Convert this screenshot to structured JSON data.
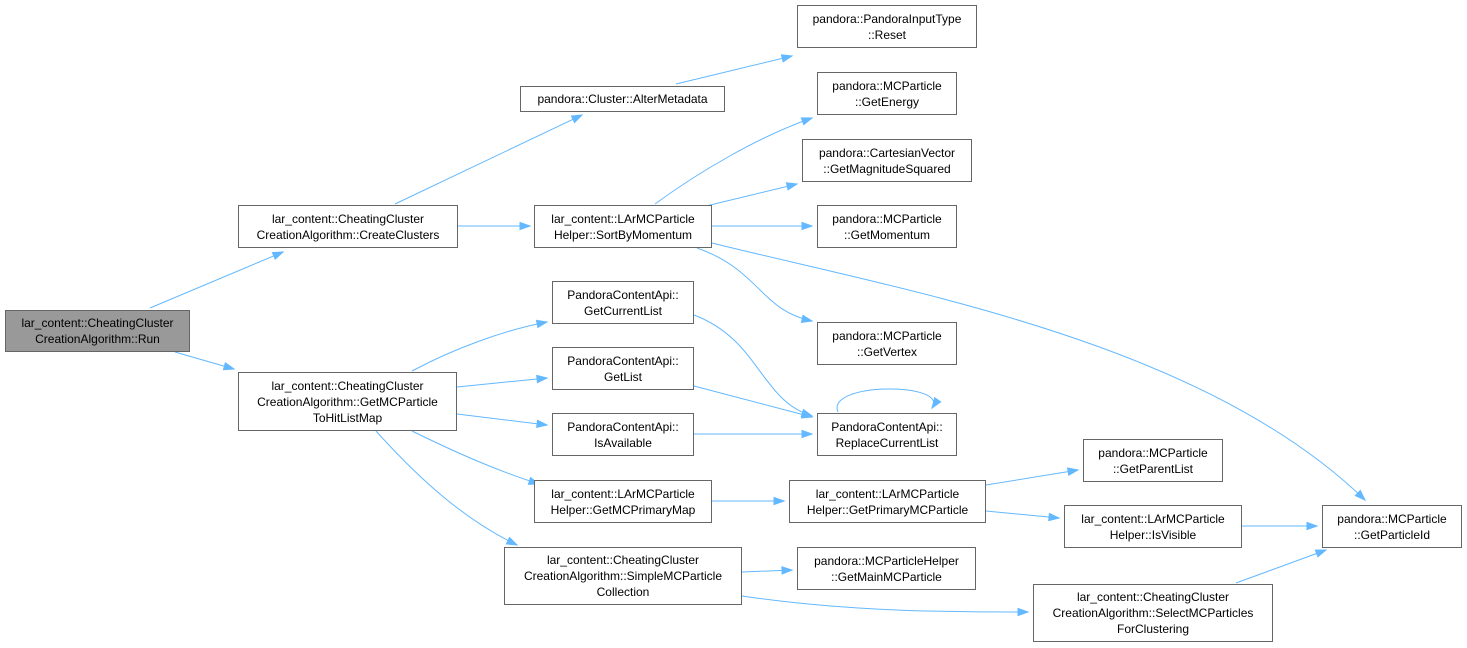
{
  "nodes": {
    "run": [
      "lar_content::CheatingCluster",
      "CreationAlgorithm::Run"
    ],
    "createClusters": [
      "lar_content::CheatingCluster",
      "CreationAlgorithm::CreateClusters"
    ],
    "getMCParticleToHitListMap": [
      "lar_content::CheatingCluster",
      "CreationAlgorithm::GetMCParticle",
      "ToHitListMap"
    ],
    "alterMetadata": [
      "pandora::Cluster::AlterMetadata"
    ],
    "sortByMomentum": [
      "lar_content::LArMCParticle",
      "Helper::SortByMomentum"
    ],
    "reset": [
      "pandora::PandoraInputType",
      "::Reset"
    ],
    "getEnergy": [
      "pandora::MCParticle",
      "::GetEnergy"
    ],
    "getMagnitudeSquared": [
      "pandora::CartesianVector",
      "::GetMagnitudeSquared"
    ],
    "getMomentum": [
      "pandora::MCParticle",
      "::GetMomentum"
    ],
    "getVertex": [
      "pandora::MCParticle",
      "::GetVertex"
    ],
    "getCurrentList": [
      "PandoraContentApi::",
      "GetCurrentList"
    ],
    "getList": [
      "PandoraContentApi::",
      "GetList"
    ],
    "isAvailable": [
      "PandoraContentApi::",
      "IsAvailable"
    ],
    "replaceCurrentList": [
      "PandoraContentApi::",
      "ReplaceCurrentList"
    ],
    "getMCPrimaryMap": [
      "lar_content::LArMCParticle",
      "Helper::GetMCPrimaryMap"
    ],
    "getPrimaryMCParticle": [
      "lar_content::LArMCParticle",
      "Helper::GetPrimaryMCParticle"
    ],
    "getParentList": [
      "pandora::MCParticle",
      "::GetParentList"
    ],
    "isVisible": [
      "lar_content::LArMCParticle",
      "Helper::IsVisible"
    ],
    "getParticleId": [
      "pandora::MCParticle",
      "::GetParticleId"
    ],
    "simpleMCParticleCollection": [
      "lar_content::CheatingCluster",
      "CreationAlgorithm::SimpleMCParticle",
      "Collection"
    ],
    "getMainMCParticle": [
      "pandora::MCParticleHelper",
      "::GetMainMCParticle"
    ],
    "selectMCParticlesForClustering": [
      "lar_content::CheatingCluster",
      "CreationAlgorithm::SelectMCParticles",
      "ForClustering"
    ]
  },
  "edges": [
    [
      "run",
      "createClusters"
    ],
    [
      "run",
      "getMCParticleToHitListMap"
    ],
    [
      "createClusters",
      "alterMetadata"
    ],
    [
      "createClusters",
      "sortByMomentum"
    ],
    [
      "alterMetadata",
      "reset"
    ],
    [
      "sortByMomentum",
      "getEnergy"
    ],
    [
      "sortByMomentum",
      "getMagnitudeSquared"
    ],
    [
      "sortByMomentum",
      "getMomentum"
    ],
    [
      "sortByMomentum",
      "getVertex"
    ],
    [
      "sortByMomentum",
      "getParticleId"
    ],
    [
      "getMCParticleToHitListMap",
      "getCurrentList"
    ],
    [
      "getMCParticleToHitListMap",
      "getList"
    ],
    [
      "getMCParticleToHitListMap",
      "isAvailable"
    ],
    [
      "getMCParticleToHitListMap",
      "getMCPrimaryMap"
    ],
    [
      "getMCParticleToHitListMap",
      "simpleMCParticleCollection"
    ],
    [
      "getCurrentList",
      "replaceCurrentList"
    ],
    [
      "getList",
      "replaceCurrentList"
    ],
    [
      "isAvailable",
      "replaceCurrentList"
    ],
    [
      "replaceCurrentList",
      "replaceCurrentList"
    ],
    [
      "getMCPrimaryMap",
      "getPrimaryMCParticle"
    ],
    [
      "getPrimaryMCParticle",
      "getParentList"
    ],
    [
      "getPrimaryMCParticle",
      "isVisible"
    ],
    [
      "isVisible",
      "getParticleId"
    ],
    [
      "simpleMCParticleCollection",
      "getMainMCParticle"
    ],
    [
      "simpleMCParticleCollection",
      "selectMCParticlesForClustering"
    ],
    [
      "selectMCParticlesForClustering",
      "getParticleId"
    ]
  ],
  "colors": {
    "edge": "#63b8ff",
    "node_border": "#666666",
    "node_fill": "#ffffff",
    "root_fill": "#999999"
  }
}
